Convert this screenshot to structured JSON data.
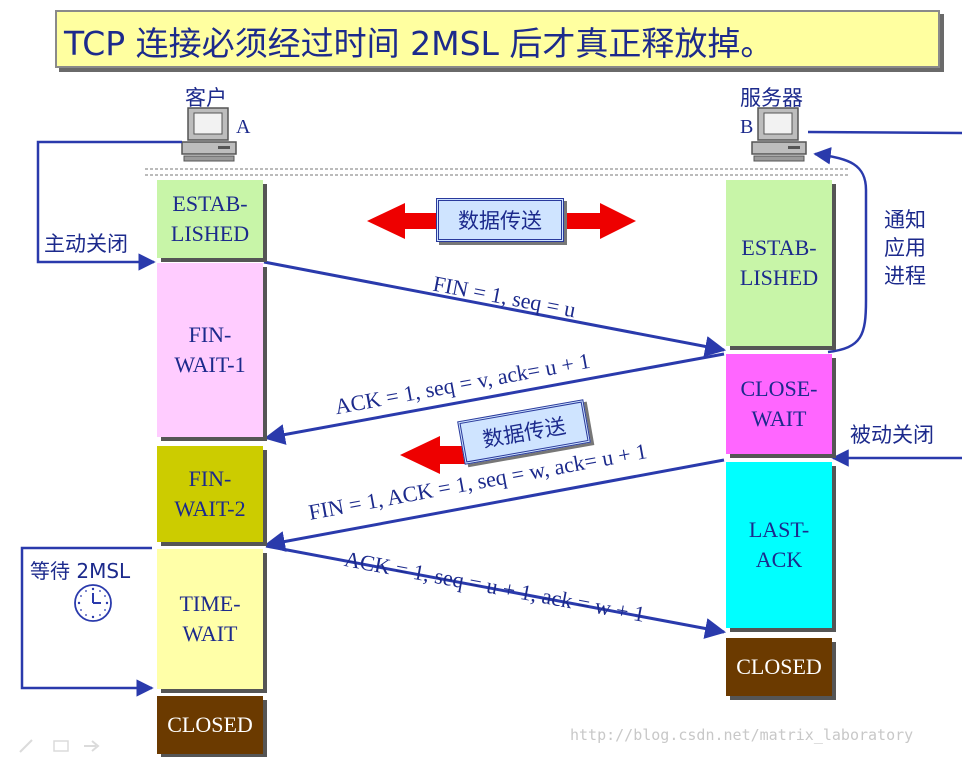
{
  "title": "TCP 连接必须经过时间 2MSL 后才真正释放掉。",
  "client": {
    "name": "客户",
    "letter": "A",
    "icon": "computer-icon"
  },
  "server": {
    "name": "服务器",
    "letter": "B",
    "icon": "computer-icon"
  },
  "client_states": [
    {
      "label": "ESTAB-\nLISHED",
      "color": "#c8f5a8"
    },
    {
      "label": "FIN-\nWAIT-1",
      "color": "#ffccff"
    },
    {
      "label": "FIN-\nWAIT-2",
      "color": "#cccc00"
    },
    {
      "label": "TIME-\nWAIT",
      "color": "#ffffa8"
    },
    {
      "label": "CLOSED",
      "color": "#6b3a00"
    }
  ],
  "server_states": [
    {
      "label": "ESTAB-\nLISHED",
      "color": "#c8f5a8"
    },
    {
      "label": "CLOSE-\nWAIT",
      "color": "#ff66ff"
    },
    {
      "label": "LAST-\nACK",
      "color": "#00ffff"
    },
    {
      "label": "CLOSED",
      "color": "#6b3a00"
    }
  ],
  "messages": [
    {
      "text": "FIN = 1, seq = u"
    },
    {
      "text": "ACK = 1, seq = v, ack= u + 1"
    },
    {
      "text": "FIN = 1, ACK = 1, seq = w, ack= u + 1"
    },
    {
      "text": "ACK = 1, seq = u + 1, ack = w + 1"
    }
  ],
  "data_transfer": {
    "label_top": "数据传送",
    "label_mid": "数据传送"
  },
  "side_labels": {
    "active_close": "主动关闭",
    "passive_close": "被动关闭",
    "notify_app": "通知\n应用\n进程",
    "wait_2msl": "等待 2MSL",
    "clock": "clock-icon"
  },
  "watermark": "http://blog.csdn.net/matrix_laboratory",
  "colors": {
    "line": "#2a3aac",
    "arrow_red": "#ee0000",
    "title_bg": "#ffffa0"
  }
}
